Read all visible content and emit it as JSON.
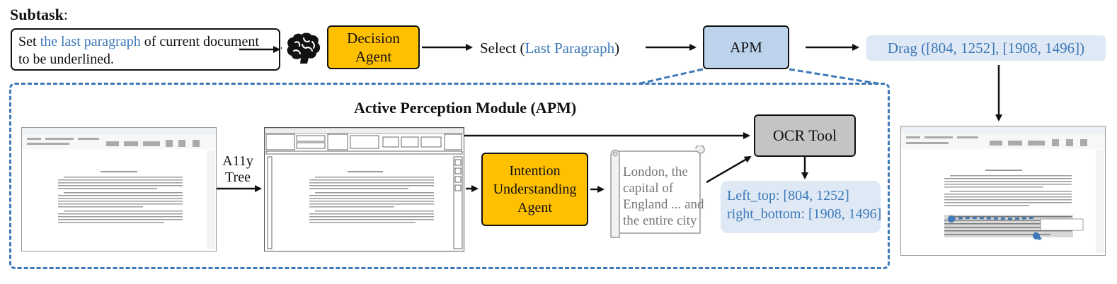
{
  "subtask": {
    "title": "Subtask",
    "title_suffix": ":",
    "text_prefix": "Set ",
    "text_highlight": "the last paragraph",
    "text_suffix": " of current document to be underlined."
  },
  "decision_agent": {
    "line1": "Decision",
    "line2": "Agent"
  },
  "select_action": {
    "prefix": "Select (",
    "highlight": "Last Paragraph",
    "suffix": ")"
  },
  "apm_box_label": "APM",
  "drag_action": "Drag ([804, 1252], [1908, 1496])",
  "apm_module": {
    "title": "Active Perception Module (APM)",
    "a11y_line1": "A11y",
    "a11y_line2": "Tree",
    "intention_agent": {
      "line1": "Intention",
      "line2": "Understanding",
      "line3": "Agent"
    },
    "scroll_text": [
      "London, the",
      "capital of",
      "England ... and",
      "the entire city"
    ],
    "ocr_tool": "OCR Tool",
    "coords": {
      "left_top": "Left_top: [804, 1252]",
      "right_bottom": "right_bottom: [1908, 1496]"
    }
  },
  "icons": [
    "brain-icon",
    "scroll-icon"
  ],
  "colors": {
    "agent": "#ffc000",
    "apm": "#bdd3ec",
    "ocr": "#c4c4c4",
    "highlight_blue": "#3d79b8",
    "pill": "#dfe9f5"
  }
}
